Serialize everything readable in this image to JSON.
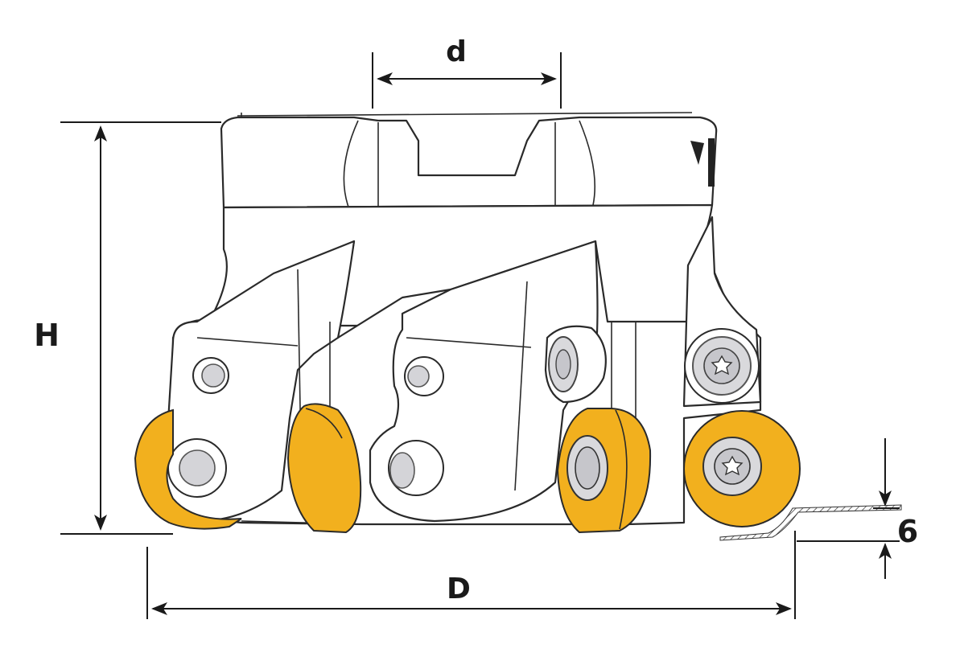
{
  "diagram": {
    "labels": {
      "d": "d",
      "H": "H",
      "D": "D",
      "ap": "6"
    },
    "colors": {
      "insert": "#F2B01E",
      "insert_edge": "#B37E0A",
      "line": "#2A2A2A",
      "screw": "#D9D9DC"
    }
  }
}
